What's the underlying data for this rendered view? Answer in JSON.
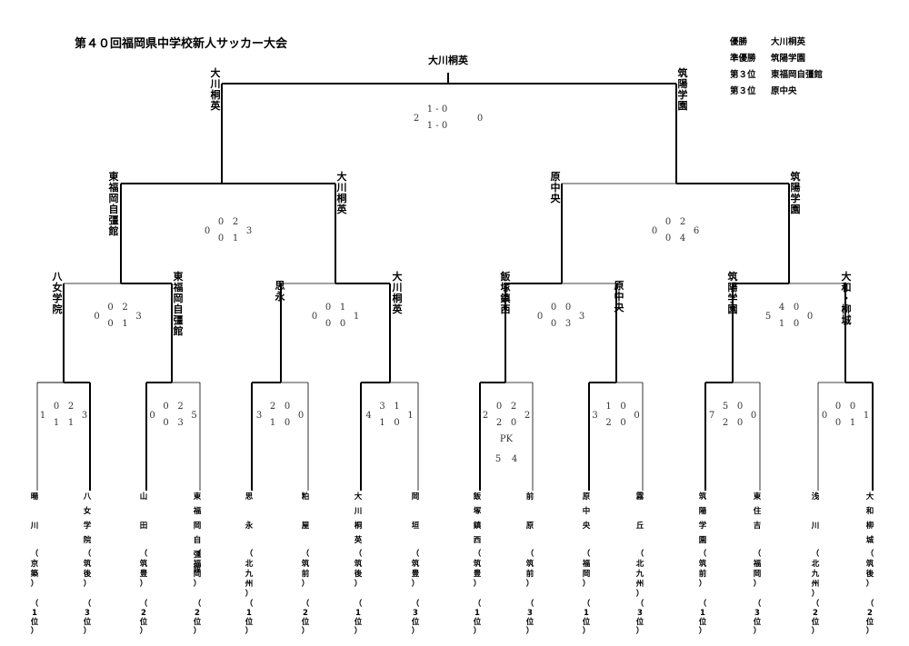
{
  "title": "第４０回福岡県中学校新人サッカー大会",
  "champion_top": "大川桐英",
  "results": [
    {
      "rank": "優勝",
      "team": "大川桐英"
    },
    {
      "rank": "準優勝",
      "team": "筑陽学園"
    },
    {
      "rank": "第３位",
      "team": "東福岡自彊館"
    },
    {
      "rank": "第３位",
      "team": "原中央"
    }
  ],
  "entrants": [
    {
      "name": "暘　川",
      "region": "京築",
      "rank": "1位"
    },
    {
      "name": "八女学院",
      "region": "筑後",
      "rank": "3位"
    },
    {
      "name": "山　田",
      "region": "筑豊",
      "rank": "2位"
    },
    {
      "name": "東福岡自彊館",
      "region": "福岡",
      "rank": "2位"
    },
    {
      "name": "思　永",
      "region": "北九州",
      "rank": "1位"
    },
    {
      "name": "粕　屋",
      "region": "筑前",
      "rank": "2位"
    },
    {
      "name": "大川桐英",
      "region": "筑後",
      "rank": "1位"
    },
    {
      "name": "岡　垣",
      "region": "筑豊",
      "rank": "3位"
    },
    {
      "name": "飯塚鎮西",
      "region": "筑豊",
      "rank": "1位"
    },
    {
      "name": "前　原",
      "region": "筑前",
      "rank": "3位"
    },
    {
      "name": "原中央",
      "region": "福岡",
      "rank": "1位"
    },
    {
      "name": "霧　丘",
      "region": "北九州",
      "rank": "3位"
    },
    {
      "name": "筑陽学園",
      "region": "筑前",
      "rank": "1位"
    },
    {
      "name": "東住吉",
      "region": "福岡",
      "rank": "3位"
    },
    {
      "name": "浅　川",
      "region": "北九州",
      "rank": "2位"
    },
    {
      "name": "大和柳城",
      "region": "筑後",
      "rank": "2位"
    }
  ],
  "round1": [
    {
      "left": "1",
      "tl": "0",
      "bl": "1",
      "tr": "2",
      "br": "1",
      "right": "3"
    },
    {
      "left": "0",
      "tl": "0",
      "bl": "0",
      "tr": "2",
      "br": "3",
      "right": "5"
    },
    {
      "left": "3",
      "tl": "2",
      "bl": "1",
      "tr": "0",
      "br": "0",
      "right": "0"
    },
    {
      "left": "4",
      "tl": "3",
      "bl": "1",
      "tr": "1",
      "br": "0",
      "right": "1"
    },
    {
      "left": "2",
      "tl": "0",
      "bl": "2",
      "tr": "2",
      "br": "0",
      "right": "2",
      "pk_label": "PK",
      "pk_left": "5",
      "pk_right": "4"
    },
    {
      "left": "3",
      "tl": "1",
      "bl": "2",
      "tr": "0",
      "br": "0",
      "right": "0"
    },
    {
      "left": "7",
      "tl": "5",
      "bl": "2",
      "tr": "0",
      "br": "0",
      "right": "0"
    },
    {
      "left": "0",
      "tl": "0",
      "bl": "0",
      "tr": "0",
      "br": "1",
      "right": "1"
    }
  ],
  "qf_winners": [
    "八女学院",
    "東福岡自彊館",
    "思永",
    "大川桐英",
    "飯塚鎮西",
    "原中央",
    "筑陽学園",
    "大和・柳城"
  ],
  "qf": [
    {
      "left": "0",
      "tl": "0",
      "bl": "0",
      "tr": "2",
      "br": "1",
      "right": "3"
    },
    {
      "left": "0",
      "tl": "0",
      "bl": "0",
      "tr": "1",
      "br": "0",
      "right": "1"
    },
    {
      "left": "0",
      "tl": "0",
      "bl": "0",
      "tr": "0",
      "br": "3",
      "right": "3"
    },
    {
      "left": "5",
      "tl": "4",
      "bl": "1",
      "tr": "0",
      "br": "0",
      "right": "0"
    }
  ],
  "sf_winners": [
    "東福岡自彊館",
    "大川桐英",
    "原中央",
    "筑陽学園"
  ],
  "sf": [
    {
      "left": "0",
      "tl": "0",
      "bl": "0",
      "tr": "2",
      "br": "1",
      "right": "3"
    },
    {
      "left": "0",
      "tl": "0",
      "bl": "0",
      "tr": "2",
      "br": "4",
      "right": "6"
    }
  ],
  "final_winners": [
    "大川桐英",
    "筑陽学園"
  ],
  "final": {
    "left": "2",
    "tl": "1 - 0",
    "bl": "1 - 0",
    "right": "0"
  }
}
